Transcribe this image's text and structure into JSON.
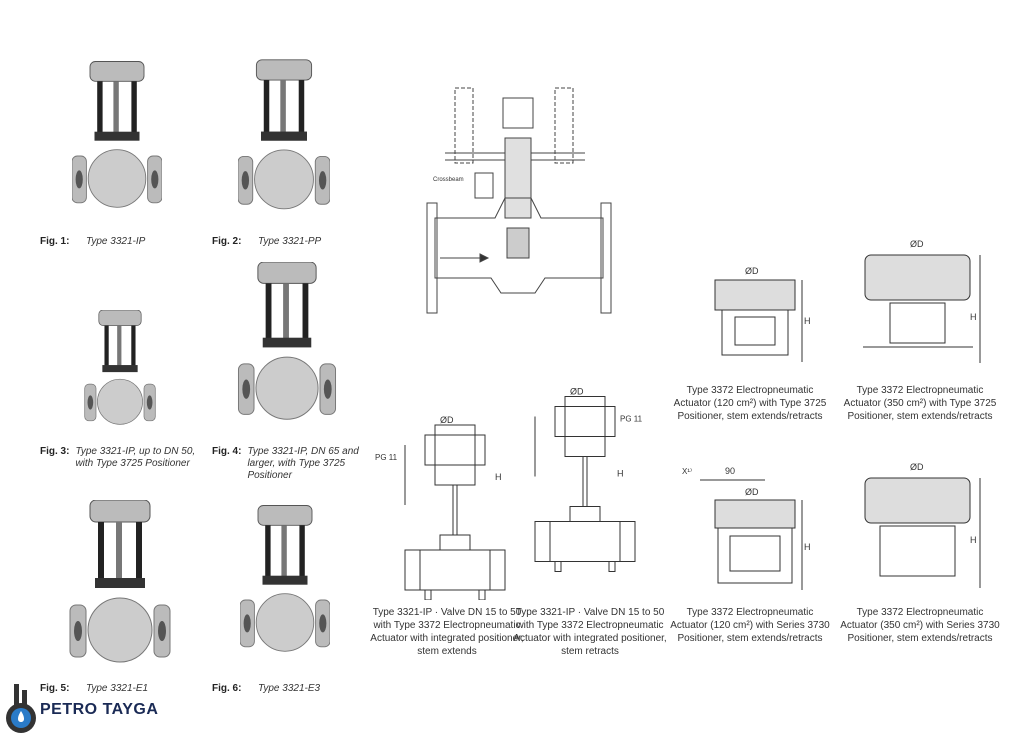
{
  "figures": [
    {
      "label": "Fig. 1:",
      "text": "Type 3321-IP"
    },
    {
      "label": "Fig. 2:",
      "text": "Type 3321-PP"
    },
    {
      "label": "Fig. 3:",
      "text": "Type 3321-IP, up to DN 50, with Type 3725 Positioner"
    },
    {
      "label": "Fig. 4:",
      "text": "Type 3321-IP, DN 65 and larger, with Type 3725 Positioner"
    },
    {
      "label": "Fig. 5:",
      "text": "Type 3321-E1"
    },
    {
      "label": "Fig. 6:",
      "text": "Type 3321-E3"
    }
  ],
  "section_drawing": {
    "label": "Crossbeam"
  },
  "dimension_labels": {
    "diameter": "ØD",
    "height": "H",
    "port": "PG 11",
    "offset": "X¹⁾",
    "distance": "90"
  },
  "diagrams": [
    {
      "caption": "Type 3321-IP · Valve DN 15 to 50 with Type 3372 Electropneumatic Actuator with integrated positioner, stem extends"
    },
    {
      "caption": "Type 3321-IP · Valve DN 15 to 50 with Type 3372 Electropneumatic Actuator with integrated positioner, stem retracts"
    },
    {
      "caption": "Type 3372 Electropneumatic Actuator (120 cm²) with Type 3725 Positioner, stem extends/retracts"
    },
    {
      "caption": "Type 3372 Electropneumatic Actuator (350 cm²) with Type 3725 Positioner, stem extends/retracts"
    },
    {
      "caption": "Type 3372 Electropneumatic Actuator (120 cm²) with Series 3730 Positioner, stem extends/retracts"
    },
    {
      "caption": "Type 3372 Electropneumatic Actuator (350 cm²) with Series 3730 Positioner, stem extends/retracts"
    }
  ],
  "logo": {
    "name": "PETRO TAYGA"
  }
}
